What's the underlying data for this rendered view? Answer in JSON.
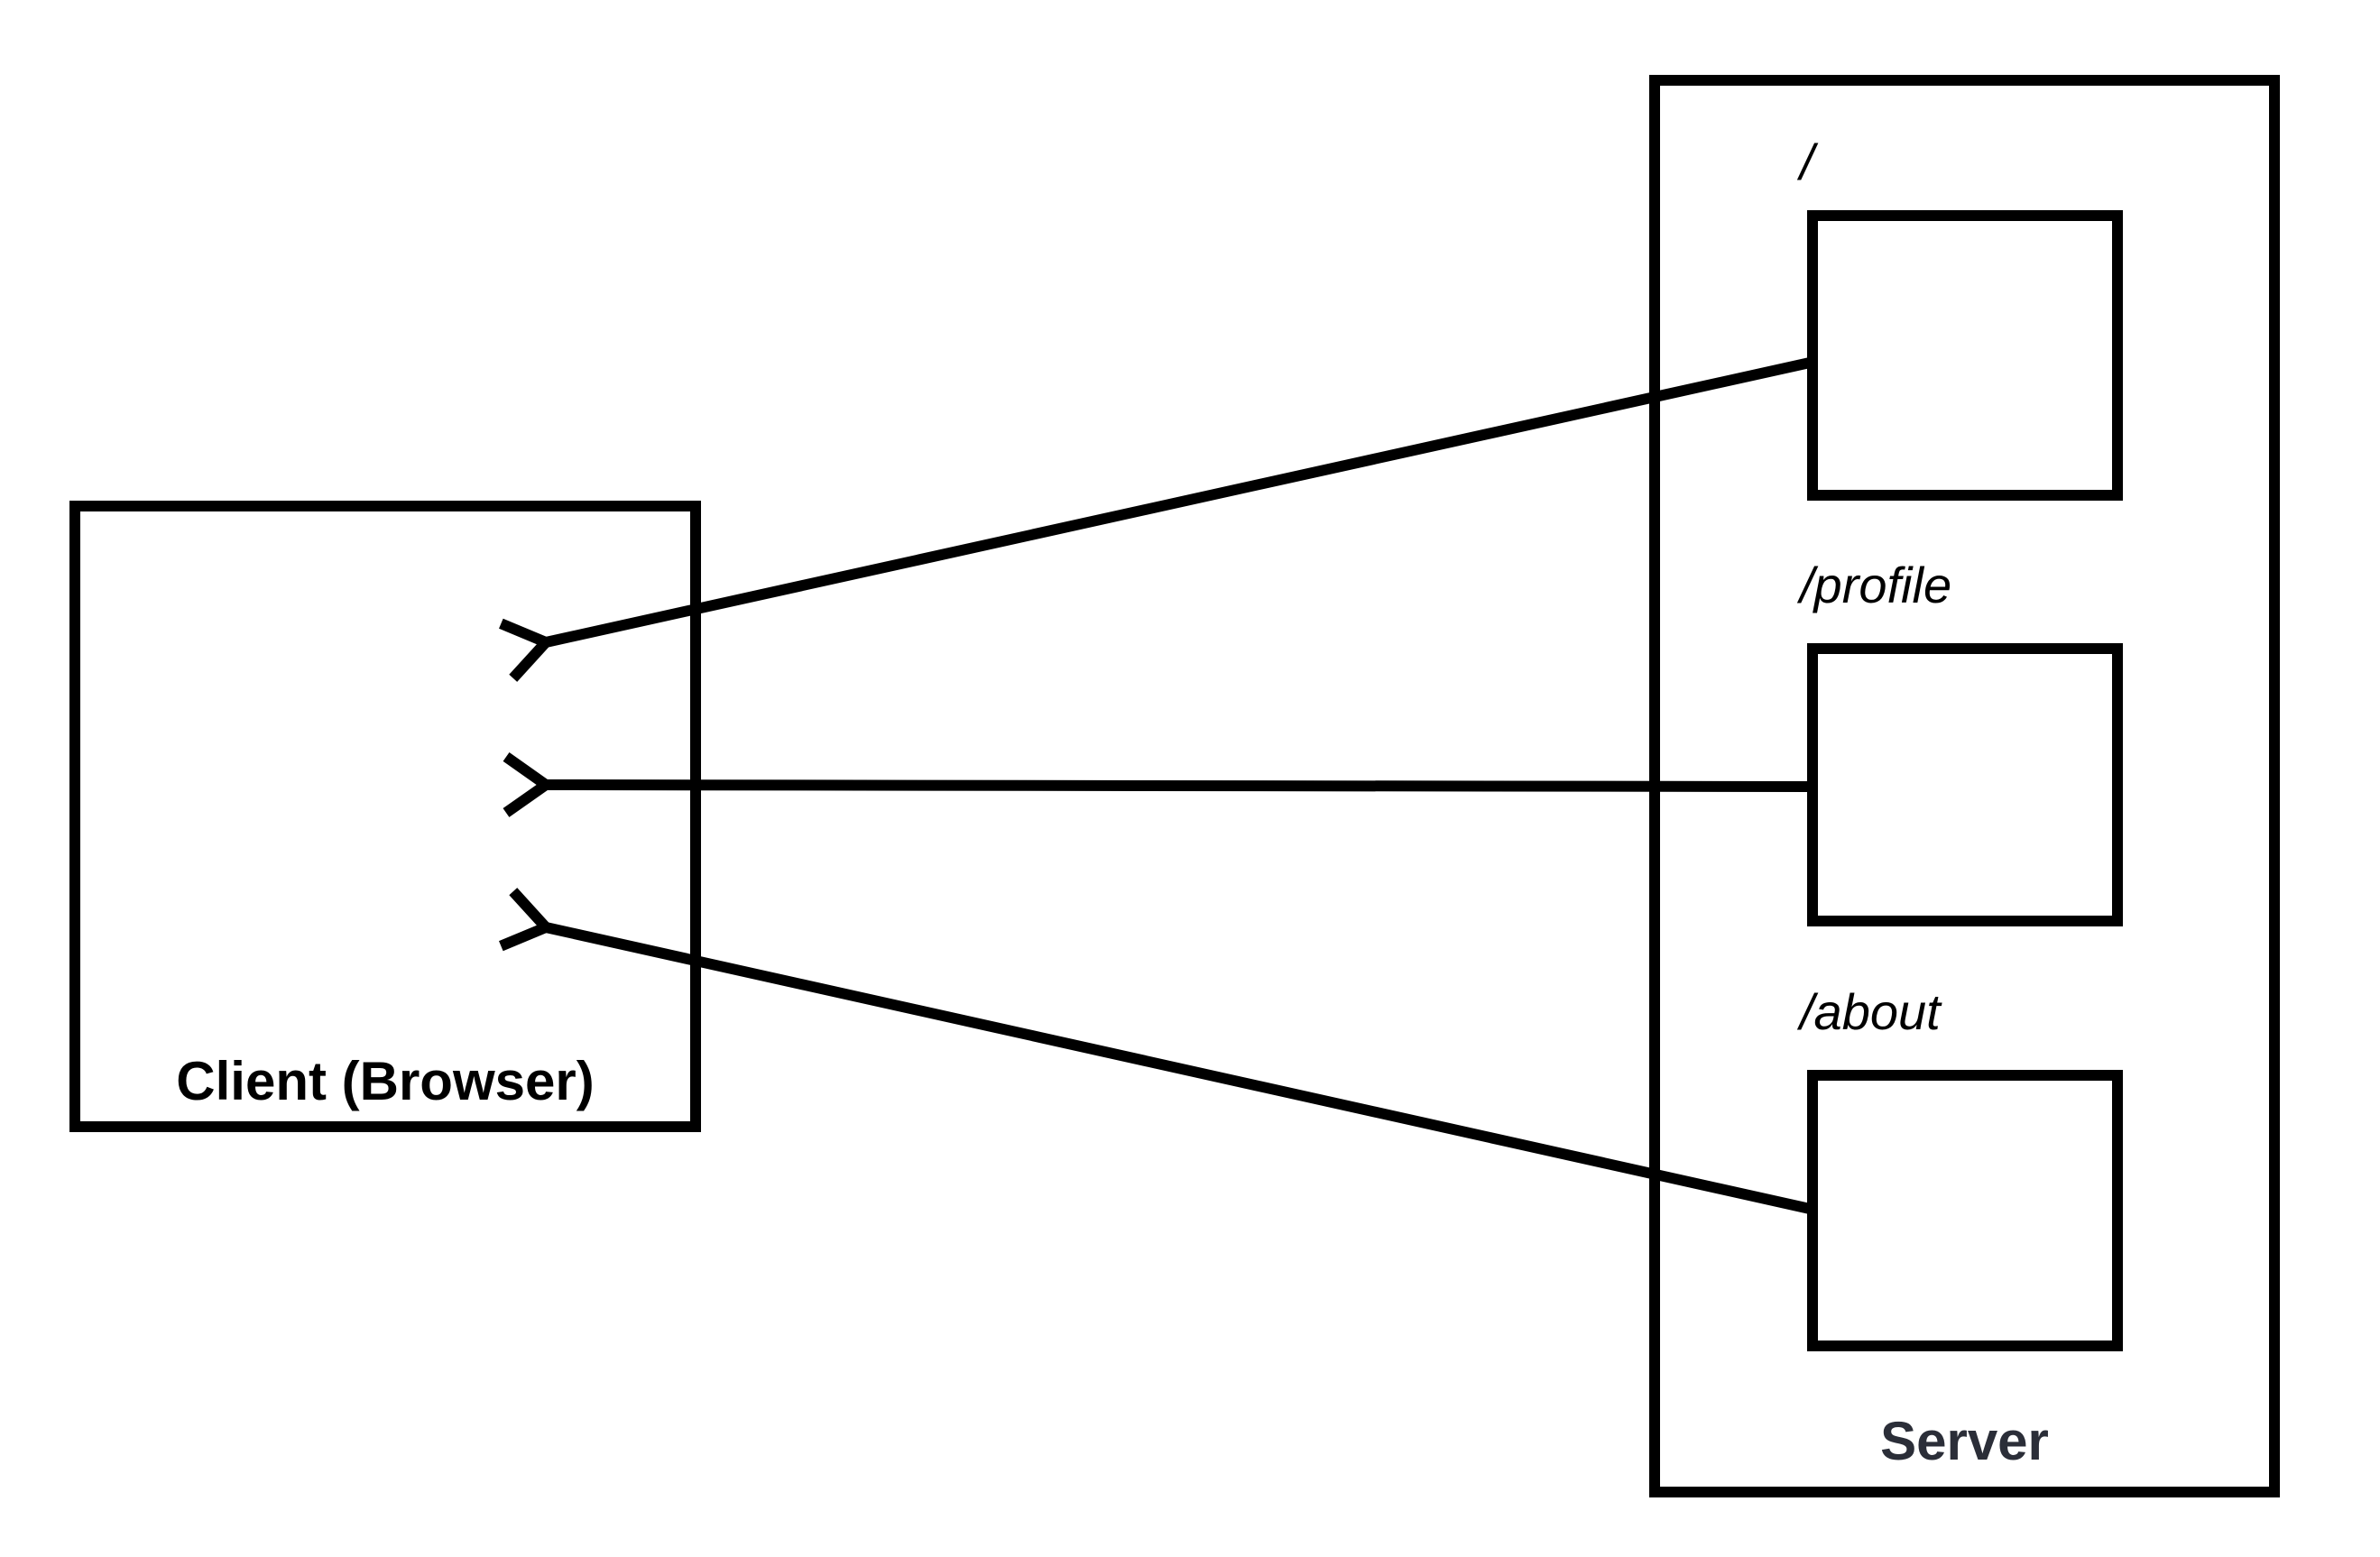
{
  "client": {
    "label": "Client (Browser)"
  },
  "server": {
    "label": "Server",
    "routes": [
      {
        "path": "/"
      },
      {
        "path": "/profile"
      },
      {
        "path": "/about"
      }
    ]
  },
  "arrows": [
    {
      "from": "/",
      "to": "client"
    },
    {
      "from": "/profile",
      "to": "client"
    },
    {
      "from": "/about",
      "to": "client"
    }
  ],
  "colors": {
    "stroke": "#000000",
    "client_label": "#000000",
    "server_label": "#2b2e38",
    "background": "#ffffff"
  }
}
